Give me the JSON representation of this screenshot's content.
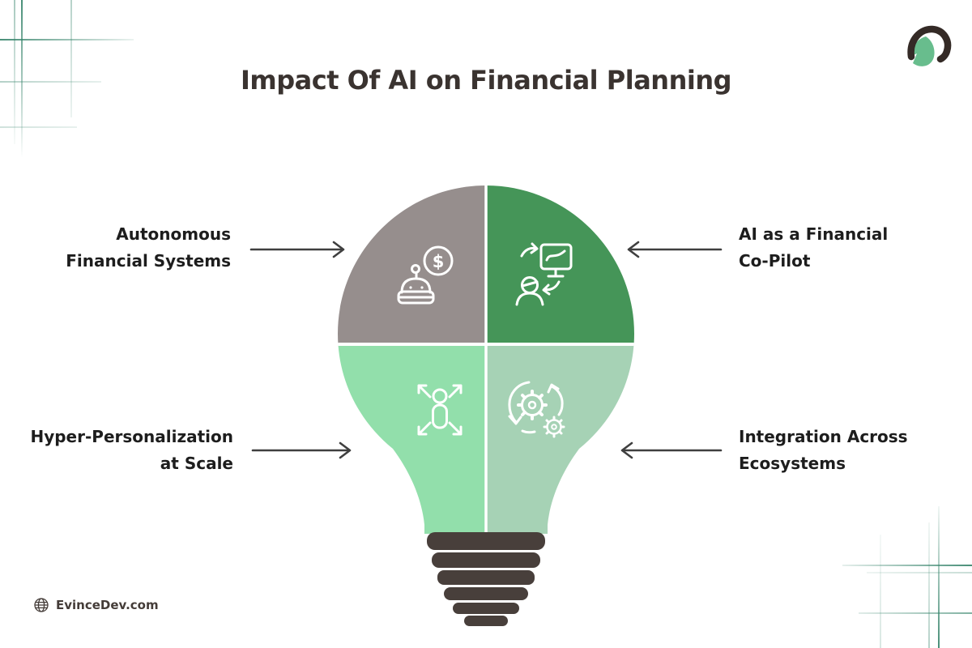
{
  "title": "Impact Of AI on Financial Planning",
  "brand": {
    "logo_name": "evincedev-logo",
    "website": "EvinceDev.com"
  },
  "diagram": {
    "type": "lightbulb-quadrant-infographic",
    "center_graphic": "lightbulb",
    "quadrants": [
      {
        "position": "top-left",
        "line1": "Autonomous",
        "line2": "Financial Systems",
        "color": "#968e8d",
        "icon": "robot-dollar-icon",
        "currency_symbol": "$"
      },
      {
        "position": "top-right",
        "line1": "AI as a Financial",
        "line2": "Co-Pilot",
        "color": "#459558",
        "icon": "human-ai-exchange-icon"
      },
      {
        "position": "bottom-left",
        "line1": "Hyper-Personalization",
        "line2": "at Scale",
        "color": "#92dfab",
        "icon": "person-expand-icon"
      },
      {
        "position": "bottom-right",
        "line1": "Integration Across",
        "line2": "Ecosystems",
        "color": "#a6d2b5",
        "icon": "gears-sync-icon"
      }
    ],
    "base_color": "#483f3b",
    "arrow_color": "#3f3f3f"
  },
  "colors": {
    "background": "#ffffff",
    "title_text": "#3a3330",
    "label_text": "#1d1d1d",
    "grid_line": "#35836a",
    "icon_stroke": "#ffffff",
    "logo_dark": "#342a26",
    "logo_green": "#68bd8d"
  }
}
